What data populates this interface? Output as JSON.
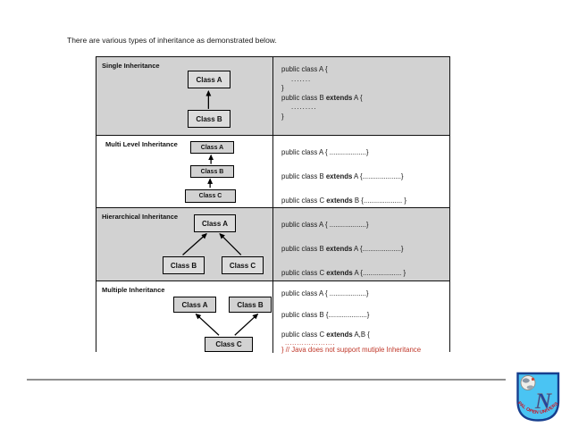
{
  "title": "There are various types of inheritance as demonstrated below.",
  "table": {
    "rows": [
      {
        "label": "Single Inheritance",
        "boxes": {
          "a": "Class A",
          "b": "Class B"
        },
        "code": [
          {
            "pre": "public class A {"
          },
          {
            "pre": "......."
          },
          {
            "pre": "}"
          },
          {
            "pre": "public class B ",
            "kw": "extends",
            "post": " A {"
          },
          {
            "pre": "........."
          },
          {
            "pre": "}"
          }
        ]
      },
      {
        "label": "Multi Level Inheritance",
        "boxes": {
          "a": "Class A",
          "b": "Class B",
          "c": "Class C"
        },
        "code": [
          {
            "pre": "public class A { ...................}"
          },
          {
            "pre": "public class B ",
            "kw": "extends",
            "post": " A {....................}"
          },
          {
            "pre": "public class C ",
            "kw": "extends",
            "post": "  B {.................... }"
          }
        ]
      },
      {
        "label": "Hierarchical Inheritance",
        "boxes": {
          "a": "Class A",
          "b": "Class B",
          "c": "Class C"
        },
        "code": [
          {
            "pre": "public class A { ...................}"
          },
          {
            "pre": "public class B ",
            "kw": "extends",
            "post": " A {....................}"
          },
          {
            "pre": "public class C ",
            "kw": "extends",
            "post": " A {.................... }"
          }
        ]
      },
      {
        "label": "Multiple Inheritance",
        "boxes": {
          "a": "Class A",
          "b": "Class B",
          "c": "Class C"
        },
        "code": [
          {
            "pre": "public class A { ...................}"
          },
          {
            "pre": "public class B {....................}"
          },
          {
            "pre": "public class C ",
            "kw": "extends",
            "post": "  A,B {"
          },
          {
            "pre": "....................."
          },
          {
            "pre": "} // Java does not support mutiple Inheritance"
          }
        ]
      }
    ]
  },
  "footer": {
    "logo_text": "NEPAL OPEN UNIVERSITY",
    "logo_letter": "N"
  },
  "colors": {
    "row_gray": "#d2d2d2",
    "red_note": "#c0392b",
    "logo_fill": "#4ac4f3",
    "logo_border": "#173f8e",
    "logo_text_red": "#cf1020",
    "rule_gray": "#8f8f8f"
  }
}
